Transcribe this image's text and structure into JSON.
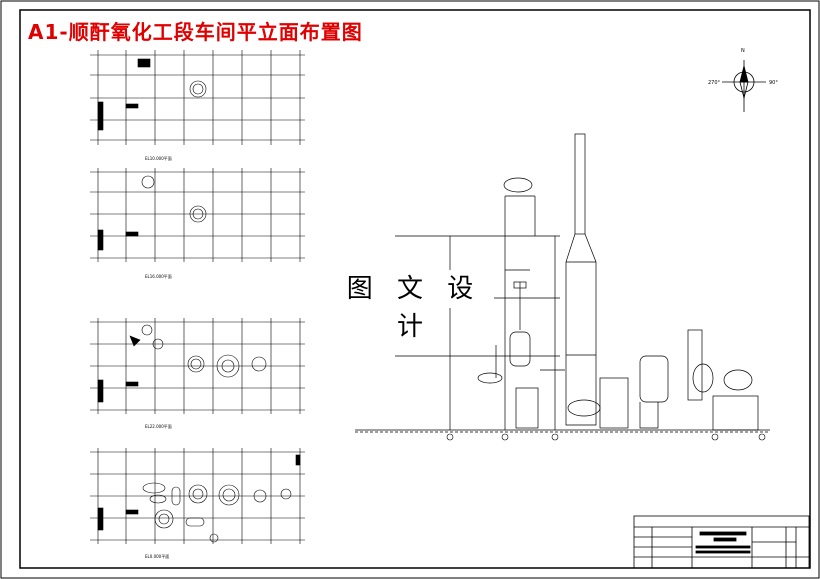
{
  "drawing": {
    "title": "A1-顺酐氧化工段车间平立面布置图",
    "watermark": "图 文 设 计"
  },
  "compass": {
    "north": "N",
    "west": "270°",
    "east": "90°"
  },
  "colors": {
    "title": "#e00000",
    "line": "#000000",
    "background": "#ffffff"
  }
}
